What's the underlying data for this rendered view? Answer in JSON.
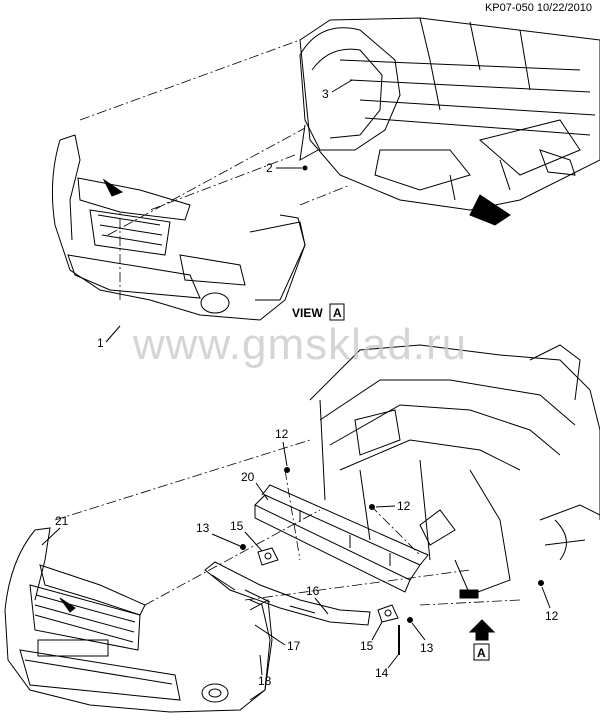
{
  "header": {
    "code": "KP07-050 10/22/2010"
  },
  "watermark": {
    "text": "www.gmsklad.ru"
  },
  "view": {
    "label": "VIEW",
    "letter": "A"
  },
  "arrow_label": "A",
  "callouts": {
    "c1": "1",
    "c2": "2",
    "c3": "3",
    "c12a": "12",
    "c12b": "12",
    "c12c": "12",
    "c13a": "13",
    "c13b": "13",
    "c14": "14",
    "c15a": "15",
    "c15b": "15",
    "c16": "16",
    "c17": "17",
    "c18": "18",
    "c20": "20",
    "c21": "21"
  }
}
